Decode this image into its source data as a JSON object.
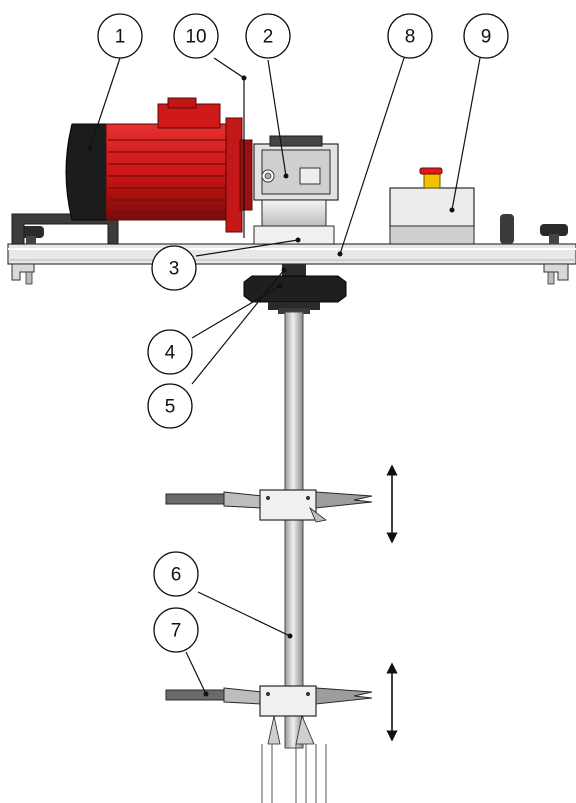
{
  "callouts": [
    "1",
    "10",
    "2",
    "8",
    "9",
    "3",
    "4",
    "5",
    "6",
    "7"
  ],
  "colors": {
    "motor": "#d81c1c",
    "motor_dark": "#8e0f0f",
    "end_cap": "#1c1c1c",
    "plate": "#e6e6e6",
    "outline": "#3a3a3a",
    "shaft": "#cfcfcf"
  },
  "icons": [
    "double-arrow-icon",
    "double-arrow-icon"
  ]
}
